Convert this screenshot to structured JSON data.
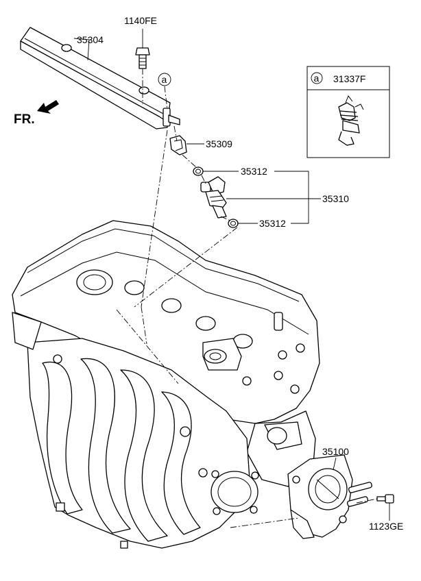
{
  "front_indicator": "FR.",
  "callout_symbol": "a",
  "parts": {
    "fuel_rail": "35304",
    "bolt": "1140FE",
    "clip": "35309",
    "oring_upper": "35312",
    "oring_lower": "35312",
    "injector_assembly": "35310",
    "throttle_body": "35100",
    "throttle_bolt": "1123GE"
  },
  "inset": {
    "callout_symbol": "a",
    "part_number": "31337F"
  }
}
